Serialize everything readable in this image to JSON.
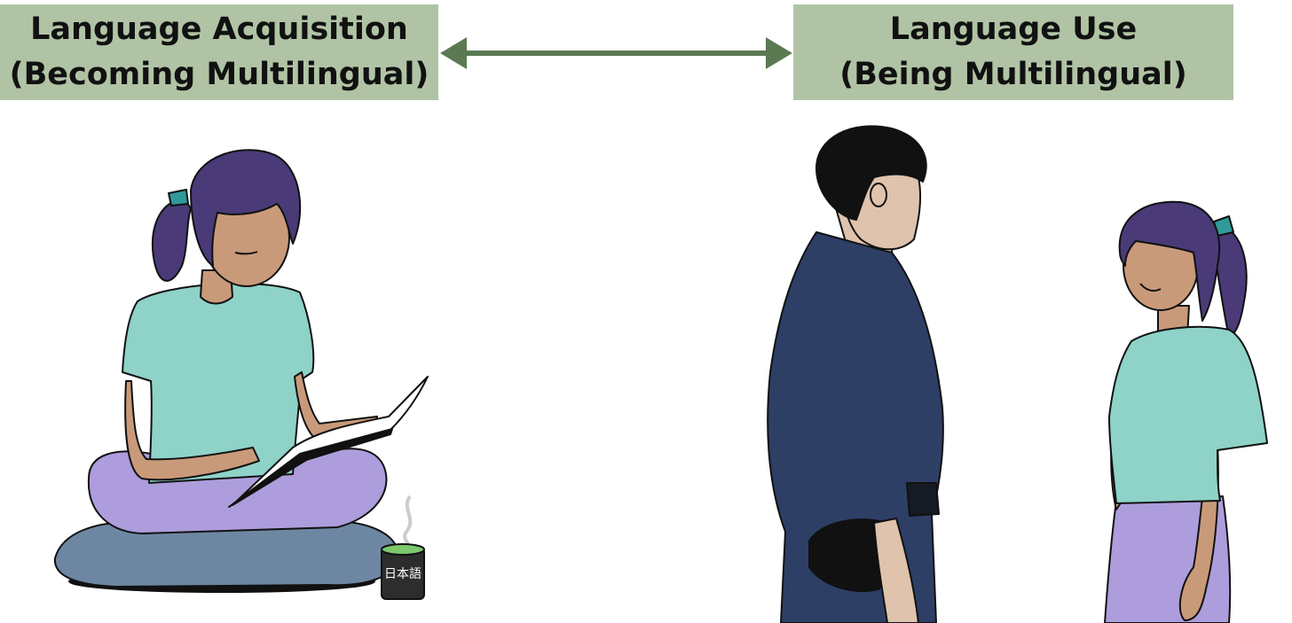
{
  "acquisition": {
    "line1": "Language Acquisition",
    "line2": "(Becoming Multilingual)"
  },
  "use": {
    "line1": "Language Use",
    "line2": "(Being Multilingual)"
  },
  "mug_label": "日本語",
  "colors": {
    "label_bg": "#b0c4a5",
    "arrow": "#5b7a52",
    "hair": "#4a3a78",
    "tshirt": "#8ed2c8",
    "pants": "#ad9ddc",
    "skin": "#c99a7a",
    "man_skin": "#dfc3ad",
    "kimono": "#2e3f66",
    "cushion": "#6d87a3"
  }
}
